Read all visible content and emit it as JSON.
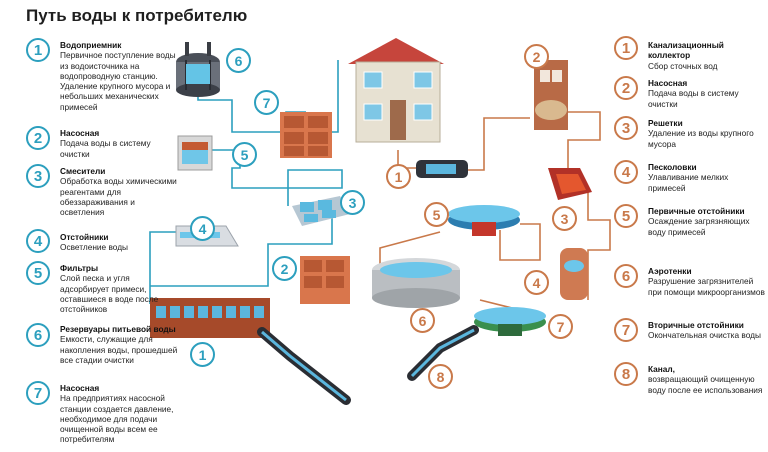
{
  "title": "Путь воды к потребителю",
  "colors": {
    "water": "#2c9fbe",
    "sewage": "#c9794a"
  },
  "left_legend": [
    {
      "num": "1",
      "name": "Водоприемник",
      "desc": "Первичное поступление воды из водоисточника на водопроводную станцию. Удаление крупного мусора и небольших механических примесей"
    },
    {
      "num": "2",
      "name": "Насосная",
      "desc": "Подача воды в систему очистки"
    },
    {
      "num": "3",
      "name": "Смесители",
      "desc": "Обработка воды химическими реагентами для обеззараживания и осветления"
    },
    {
      "num": "4",
      "name": "Отстойники",
      "desc": "Осветление воды"
    },
    {
      "num": "5",
      "name": "Фильтры",
      "desc": "Слой песка и угля адсорбирует примеси, оставшиеся в воде после отстойников"
    },
    {
      "num": "6",
      "name": "Резервуары питьевой воды",
      "desc": "Емкости, служащие для накопления воды, прошедшей все стадии очистки"
    },
    {
      "num": "7",
      "name": "Насосная",
      "desc": "На предприятиях насосной станции создается давление, необходимое для подачи очищенной воды всем ее потребителям"
    }
  ],
  "right_legend": [
    {
      "num": "1",
      "name": "Канализационный коллектор",
      "desc": "Сбор сточных вод"
    },
    {
      "num": "2",
      "name": "Насосная",
      "desc": "Подача воды в систему очистки"
    },
    {
      "num": "3",
      "name": "Решетки",
      "desc": "Удаление из воды крупного мусора"
    },
    {
      "num": "4",
      "name": "Песколовки",
      "desc": "Улавливание мелких примесей"
    },
    {
      "num": "5",
      "name": "Первичные отстойники",
      "desc": "Осаждение загрязняющих воду примесей"
    },
    {
      "num": "6",
      "name": "Аэротенки",
      "desc": "Разрушение загрязнителей при помощи микроорганизмов"
    },
    {
      "num": "7",
      "name": "Вторичные отстойники",
      "desc": "Окончательная очистка воды"
    },
    {
      "num": "8",
      "name": "Канал,",
      "desc": "возвращающий очищенную воду после ее использования"
    }
  ],
  "diagram_markers": {
    "water": [
      "6",
      "7",
      "5",
      "3",
      "4",
      "2",
      "1"
    ],
    "sewage": [
      "2",
      "1",
      "3",
      "5",
      "4",
      "6",
      "7",
      "8"
    ]
  }
}
